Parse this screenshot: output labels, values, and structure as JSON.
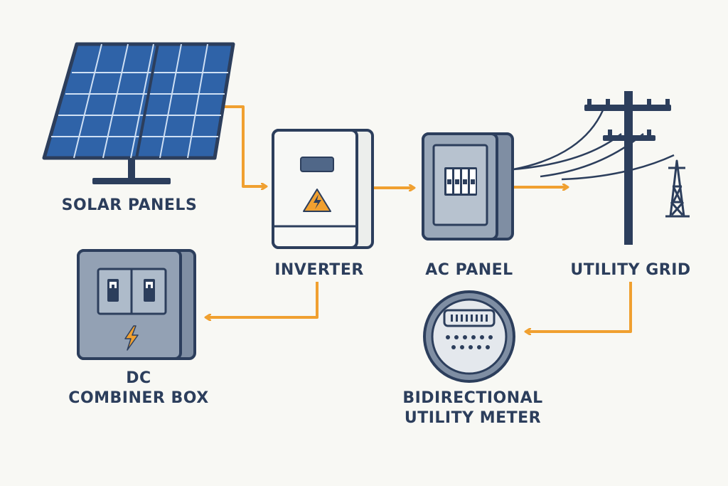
{
  "colors": {
    "navy": "#2c3e5c",
    "panel_blue": "#2f63a8",
    "arrow_orange": "#f0a030",
    "box_gray": "#8593a6",
    "box_light": "#f4f5f3",
    "background": "#f8f8f4"
  },
  "nodes": {
    "solar_panels": {
      "label": "SOLAR PANELS",
      "icon": "solar-panel-icon"
    },
    "inverter": {
      "label": "INVERTER",
      "icon": "inverter-icon"
    },
    "ac_panel": {
      "label": "AC PANEL",
      "icon": "ac-panel-icon"
    },
    "utility_grid": {
      "label": "UTILITY GRID",
      "icon": "utility-pole-icon"
    },
    "dc_combiner_box": {
      "label_line1": "DC",
      "label_line2": "COMBINER BOX",
      "icon": "combiner-box-icon"
    },
    "bidirectional_meter": {
      "label_line1": "BIDIRECTIONAL",
      "label_line2": "UTILITY METER",
      "icon": "electric-meter-icon"
    }
  },
  "edges": [
    {
      "from": "solar_panels",
      "to": "inverter"
    },
    {
      "from": "inverter",
      "to": "ac_panel"
    },
    {
      "from": "ac_panel",
      "to": "utility_grid"
    },
    {
      "from": "inverter",
      "to": "dc_combiner_box"
    },
    {
      "from": "utility_grid",
      "to": "bidirectional_meter"
    }
  ]
}
